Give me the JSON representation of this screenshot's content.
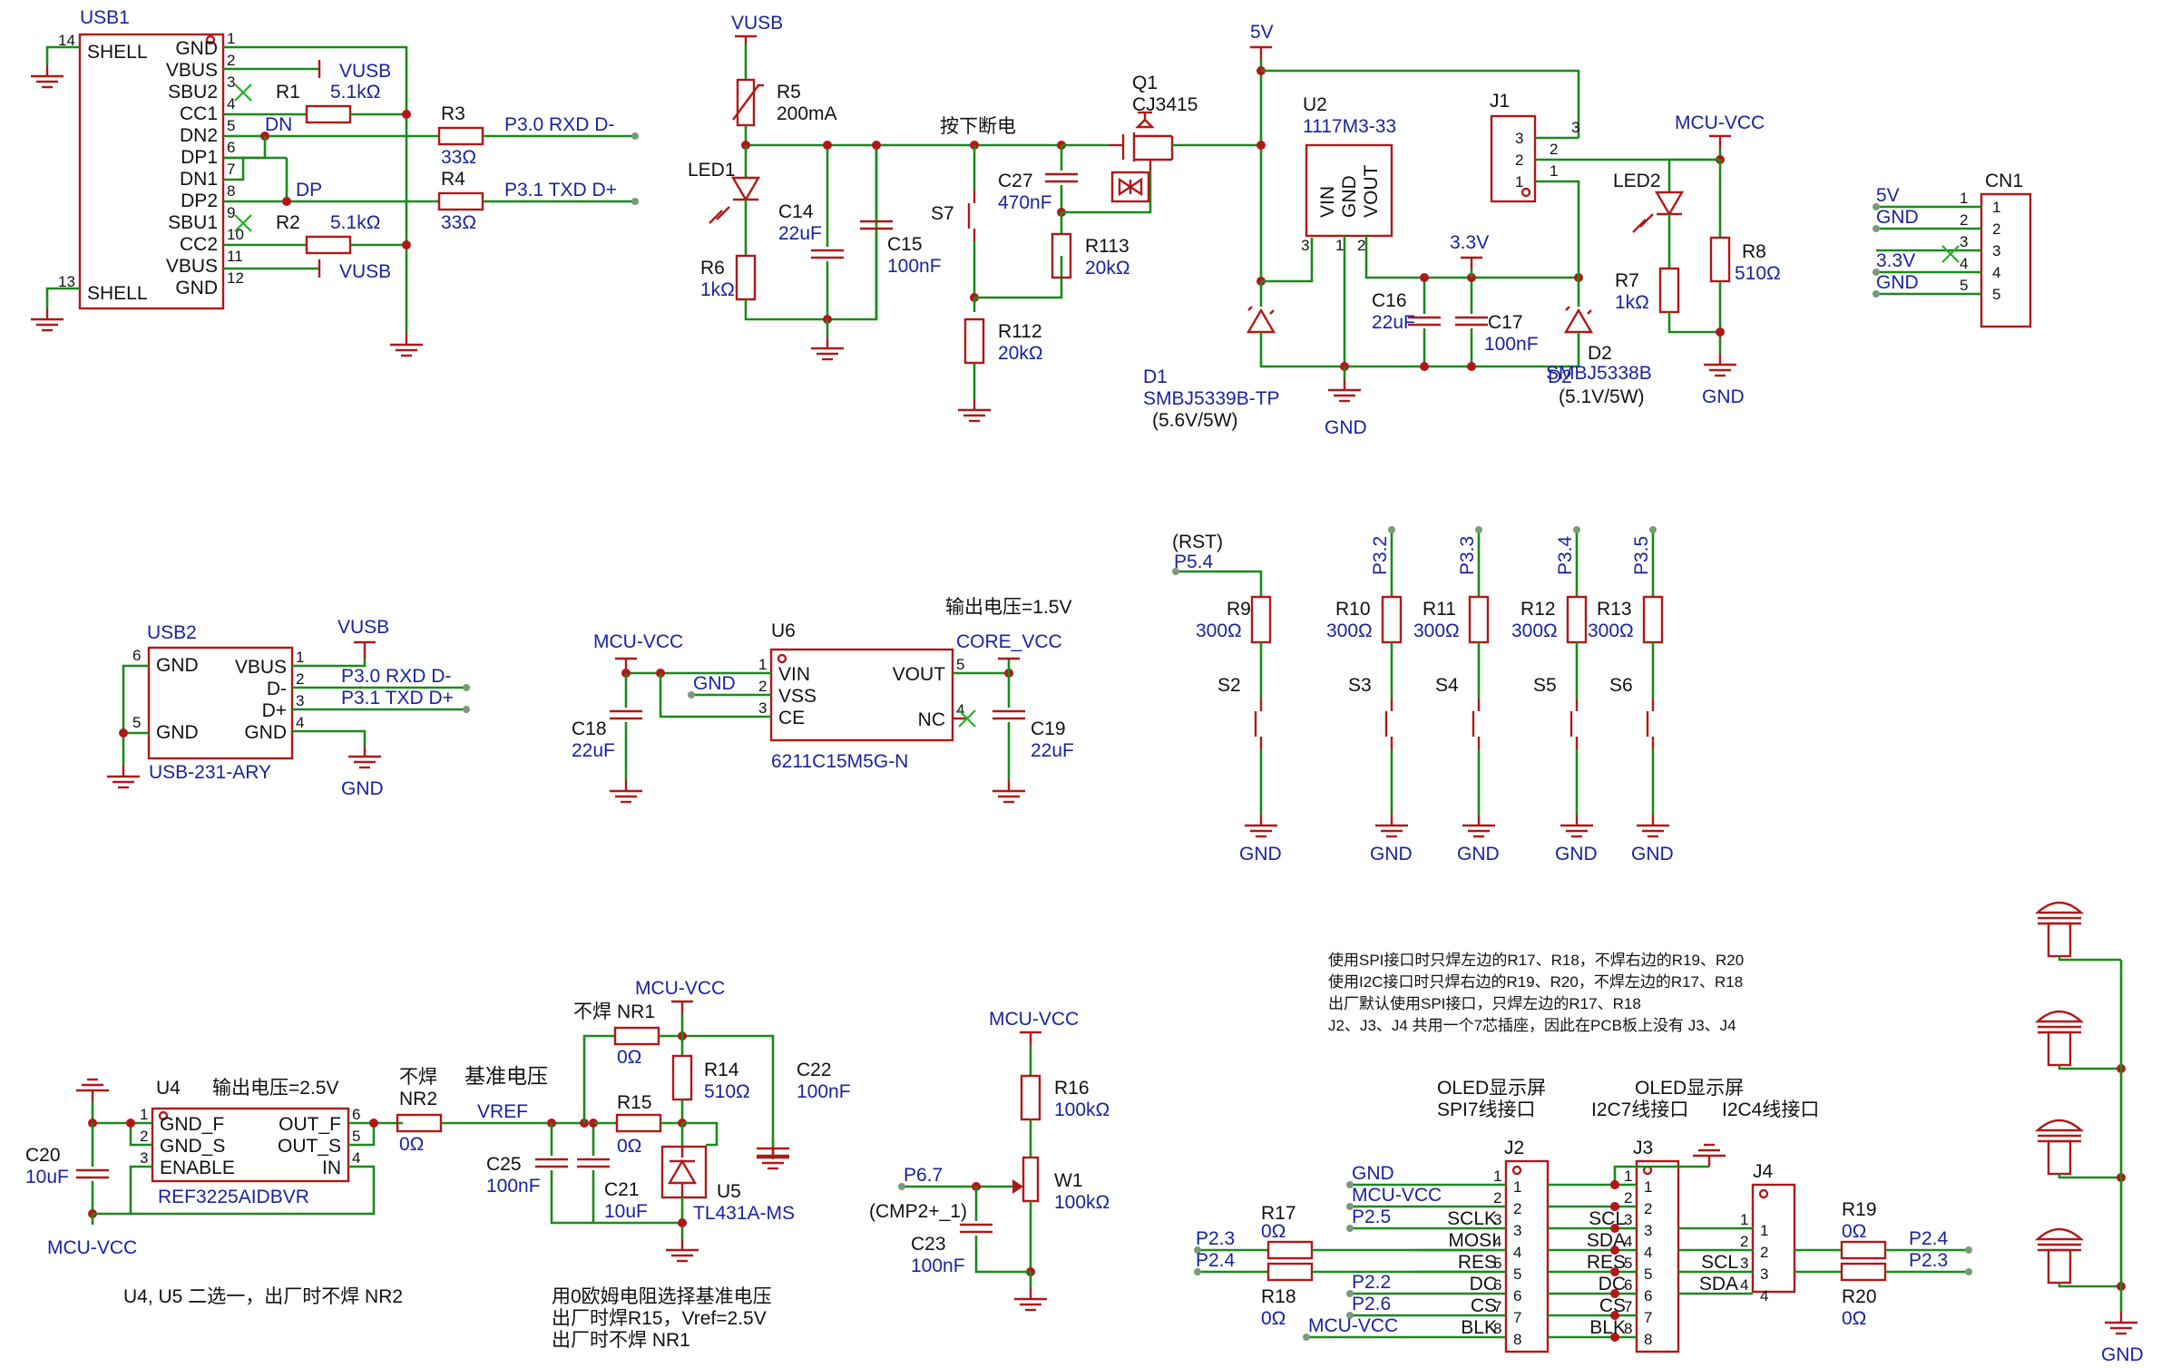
{
  "usb1": {
    "ref": "USB1",
    "left": [
      {
        "n": "14",
        "t": "SHELL"
      },
      {
        "n": "13",
        "t": "SHELL"
      }
    ],
    "right": [
      {
        "n": "1",
        "t": "GND"
      },
      {
        "n": "2",
        "t": "VBUS"
      },
      {
        "n": "3",
        "t": "SBU2"
      },
      {
        "n": "4",
        "t": "CC1"
      },
      {
        "n": "5",
        "t": "DN2"
      },
      {
        "n": "6",
        "t": "DP1"
      },
      {
        "n": "7",
        "t": "DN1"
      },
      {
        "n": "8",
        "t": "DP2"
      },
      {
        "n": "9",
        "t": "SBU1"
      },
      {
        "n": "10",
        "t": "CC2"
      },
      {
        "n": "11",
        "t": "VBUS"
      },
      {
        "n": "12",
        "t": "GND"
      }
    ],
    "vusb_a": "VUSB",
    "vusb_b": "VUSB",
    "dn": "DN",
    "dp": "DP",
    "r1": {
      "ref": "R1",
      "val": "5.1kΩ"
    },
    "r2": {
      "ref": "R2",
      "val": "5.1kΩ"
    },
    "r3": {
      "ref": "R3",
      "val": "33Ω"
    },
    "r4": {
      "ref": "R4",
      "val": "33Ω"
    },
    "net_rxd": "P3.0  RXD  D-",
    "net_txd": "P3.1  TXD  D+"
  },
  "power": {
    "vusb": "VUSB",
    "r5": {
      "ref": "R5",
      "val": "200mA"
    },
    "led1": "LED1",
    "c14": {
      "ref": "C14",
      "val": "22uF"
    },
    "c15": {
      "ref": "C15",
      "val": "100nF"
    },
    "r6": {
      "ref": "R6",
      "val": "1kΩ"
    },
    "note": "按下断电",
    "s7": "S7",
    "c27": {
      "ref": "C27",
      "val": "470nF"
    },
    "r113": {
      "ref": "R113",
      "val": "20kΩ"
    },
    "r112": {
      "ref": "R112",
      "val": "20kΩ"
    },
    "q1": {
      "ref": "Q1",
      "val": "CJ3415"
    },
    "v5": "5V",
    "u2": {
      "ref": "U2",
      "val": "1117M3-33"
    },
    "u2_pins": [
      "VIN",
      "GND",
      "VOUT"
    ],
    "u2_nums": [
      "3",
      "1",
      "2"
    ],
    "v33": "3.3V",
    "c16": {
      "ref": "C16",
      "val": "22uF"
    },
    "c17": {
      "ref": "C17",
      "val": "100nF"
    },
    "d1": {
      "ref": "D1",
      "val": "SMBJ5339B-TP",
      "sub": "(5.6V/5W)"
    },
    "d2": {
      "ref": "D2",
      "val": "SMBJ5338B",
      "sub": "(5.1V/5W)"
    },
    "gnd": "GND",
    "j1": "J1",
    "j1_pins": [
      "3",
      "2",
      "1"
    ]
  },
  "led2": {
    "mcu": "MCU-VCC",
    "led": "LED2",
    "r7": {
      "ref": "R7",
      "val": "1kΩ"
    },
    "r8": {
      "ref": "R8",
      "val": "510Ω"
    },
    "gnd": "GND"
  },
  "cn1": {
    "ref": "CN1",
    "pins": [
      {
        "n": "1",
        "net": "5V"
      },
      {
        "n": "2",
        "net": "GND"
      },
      {
        "n": "3",
        "net": ""
      },
      {
        "n": "4",
        "net": "3.3V"
      },
      {
        "n": "5",
        "net": "GND"
      }
    ]
  },
  "usb2": {
    "ref": "USB2",
    "val": "USB-231-ARY",
    "vusb": "VUSB",
    "gnd": "GND",
    "left": [
      {
        "n": "6",
        "t": "GND"
      },
      {
        "n": "5",
        "t": "GND"
      }
    ],
    "right": [
      {
        "n": "1",
        "t": "VBUS"
      },
      {
        "n": "2",
        "t": "D-"
      },
      {
        "n": "3",
        "t": "D+"
      },
      {
        "n": "4",
        "t": "GND"
      }
    ],
    "net_rxd": "P3.0  RXD  D-",
    "net_txd": "P3.1  TXD  D+"
  },
  "u6": {
    "ref": "U6",
    "val": "6211C15M5G-N",
    "mcu": "MCU-VCC",
    "core": "CORE_VCC",
    "note": "输出电压=1.5V",
    "gnd": "GND",
    "left": [
      {
        "n": "1",
        "t": "VIN"
      },
      {
        "n": "2",
        "t": "VSS"
      },
      {
        "n": "3",
        "t": "CE"
      }
    ],
    "right": [
      {
        "n": "5",
        "t": "VOUT"
      },
      {
        "n": "4",
        "t": "NC"
      }
    ],
    "c18": {
      "ref": "C18",
      "val": "22uF"
    },
    "c19": {
      "ref": "C19",
      "val": "22uF"
    }
  },
  "buttons": [
    {
      "net": "P5.4",
      "extra": "(RST)",
      "r": "R9",
      "rv": "300Ω",
      "s": "S2",
      "gnd": "GND"
    },
    {
      "net": "P3.2",
      "extra": "",
      "r": "R10",
      "rv": "300Ω",
      "s": "S3",
      "gnd": "GND"
    },
    {
      "net": "P3.3",
      "extra": "",
      "r": "R11",
      "rv": "300Ω",
      "s": "S4",
      "gnd": "GND"
    },
    {
      "net": "P3.4",
      "extra": "",
      "r": "R12",
      "rv": "300Ω",
      "s": "S5",
      "gnd": "GND"
    },
    {
      "net": "P3.5",
      "extra": "",
      "r": "R13",
      "rv": "300Ω",
      "s": "S6",
      "gnd": "GND"
    }
  ],
  "vref": {
    "u4": {
      "ref": "U4",
      "val": "REF3225AIDBVR"
    },
    "u4_left": [
      {
        "n": "1",
        "t": "GND_F"
      },
      {
        "n": "2",
        "t": "GND_S"
      },
      {
        "n": "3",
        "t": "ENABLE"
      }
    ],
    "u4_right": [
      {
        "n": "6",
        "t": "OUT_F"
      },
      {
        "n": "5",
        "t": "OUT_S"
      },
      {
        "n": "4",
        "t": "IN"
      }
    ],
    "note_out": "输出电压=2.5V",
    "c20": {
      "ref": "C20",
      "val": "10uF"
    },
    "mcu_a": "MCU-VCC",
    "nr2": {
      "pre": "不焊",
      "ref": "NR2",
      "val": "0Ω"
    },
    "title": "基准电压",
    "vref": "VREF",
    "nr1": {
      "pre": "不焊",
      "ref": "NR1",
      "val": "0Ω"
    },
    "mcu_b": "MCU-VCC",
    "r14": {
      "ref": "R14",
      "val": "510Ω"
    },
    "c22": {
      "ref": "C22",
      "val": "100nF"
    },
    "r15": {
      "ref": "R15",
      "val": "0Ω"
    },
    "c25": {
      "ref": "C25",
      "val": "100nF"
    },
    "c21": {
      "ref": "C21",
      "val": "10uF"
    },
    "u5": {
      "ref": "U5",
      "val": "TL431A-MS"
    },
    "note1": "U4, U5 二选一，出厂时不焊 NR2",
    "note2": [
      "用0欧姆电阻选择基准电压",
      "出厂时焊R15，Vref=2.5V",
      "出厂时不焊 NR1"
    ]
  },
  "pot": {
    "mcu": "MCU-VCC",
    "r16": {
      "ref": "R16",
      "val": "100kΩ"
    },
    "w1": {
      "ref": "W1",
      "val": "100kΩ"
    },
    "net": "P6.7",
    "alt": "(CMP2+_1)",
    "c23": {
      "ref": "C23",
      "val": "100nF"
    }
  },
  "oled": {
    "notes": [
      "使用SPI接口时只焊左边的R17、R18，不焊右边的R19、R20",
      "使用I2C接口时只焊右边的R19、R20，不焊左边的R17、R18",
      "出厂默认使用SPI接口，只焊左边的R17、R18",
      "J2、J3、J4 共用一个7芯插座，因此在PCB板上没有 J3、J4"
    ],
    "t_spi": [
      "OLED显示屏",
      "SPI7线接口"
    ],
    "t_i2c7": [
      "OLED显示屏",
      "I2C7线接口"
    ],
    "t_i2c4": "I2C4线接口",
    "j2": "J2",
    "j3": "J3",
    "j4": "J4",
    "nets_left": [
      "GND",
      "MCU-VCC",
      "P2.5",
      "",
      "",
      "P2.2",
      "P2.6",
      "MCU-VCC"
    ],
    "j2_labels": [
      "",
      "",
      "SCLK",
      "MOSI",
      "RES",
      "DC",
      "CS",
      "BLK"
    ],
    "j3_labels": [
      "",
      "",
      "SCL",
      "SDA",
      "RES",
      "DC",
      "CS",
      "BLK"
    ],
    "j4_labels": [
      "",
      "",
      "SCL",
      "SDA"
    ],
    "p23": "P2.3",
    "p24": "P2.4",
    "r17": {
      "ref": "R17",
      "val": "0Ω"
    },
    "r18": {
      "ref": "R18",
      "val": "0Ω"
    },
    "r19": {
      "ref": "R19",
      "val": "0Ω"
    },
    "r20": {
      "ref": "R20",
      "val": "0Ω"
    },
    "p24r": "P2.4",
    "p23r": "P2.3"
  },
  "mount": {
    "gnd": "GND"
  }
}
